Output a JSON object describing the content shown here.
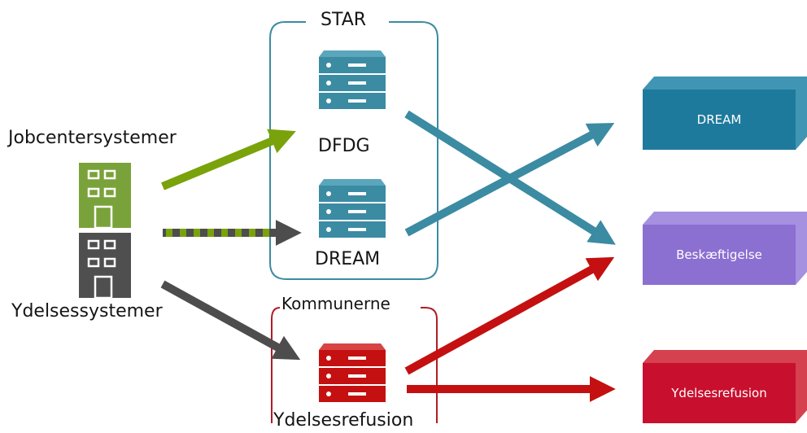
{
  "groups": {
    "star": {
      "label": "STAR",
      "color": "#3b8ba3"
    },
    "kommunerne": {
      "label": "Kommunerne",
      "color": "#b01c26"
    }
  },
  "sources": {
    "jobcenter": {
      "label": "Jobcentersystemer",
      "color": "#7aa23a",
      "icon": "building-icon"
    },
    "ydelse": {
      "label": "Ydelsessystemer",
      "color": "#4f4f4f",
      "icon": "building-icon"
    }
  },
  "servers": {
    "dfdg": {
      "label": "DFDG",
      "icon": "server-icon"
    },
    "dream": {
      "label": "DREAM",
      "icon": "server-icon"
    },
    "ydelsesrefusion": {
      "label": "Ydelsesrefusion",
      "icon": "server-icon"
    }
  },
  "targets": {
    "dream": {
      "label": "DREAM",
      "color": "#1e7a9c"
    },
    "beskaeftigelse": {
      "label": "Beskæftigelse",
      "color": "#8b6fd1"
    },
    "ydelsesrefusion": {
      "label": "Ydelsesrefusion",
      "color": "#c8102e"
    }
  },
  "colors": {
    "green": "#7aa20a",
    "gray": "#4d4d4d",
    "teal": "#3b8ba3",
    "red": "#c41010"
  }
}
